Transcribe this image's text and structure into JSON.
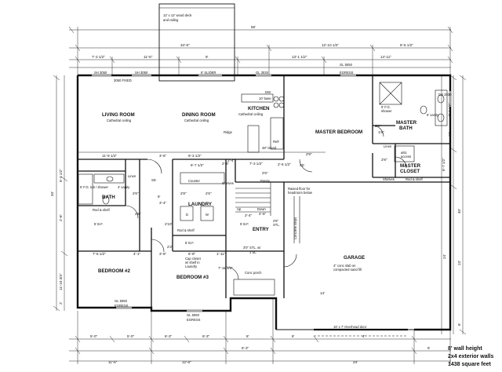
{
  "title_notes": {
    "wall_height": "8' wall height",
    "walls": "2x4 exterior walls",
    "area": "1438 square feet"
  },
  "deck": {
    "label": "12' x 12' wood deck",
    "label2": "and railing"
  },
  "rooms": {
    "living_room": "LIVING ROOM",
    "living_ceiling": "Cathedral ceiling",
    "dining_room": "DINING ROOM",
    "dining_ceiling": "Cathedral ceiling",
    "kitchen": "KITCHEN",
    "kitchen_ceiling": "Cathedral ceiling",
    "master_bedroom": "MASTER BEDROOM",
    "master_bath": "MASTER",
    "master_bath2": "BATH",
    "master_closet": "MASTER",
    "master_closet2": "CLOSET",
    "bath": "BATH",
    "laundry": "LAUNDRY",
    "bedroom2": "BEDROOM #2",
    "bedroom3": "BEDROOM #3",
    "garage": "GARAGE",
    "entry": "ENTRY",
    "pantry": "Pantry"
  },
  "annotations": {
    "sh3050_a": "SH 3050",
    "sh3050_b": "SH 3050",
    "fixed3050": "3050 FIXED",
    "slider": "6' SLIDER",
    "gl3030": "GL 3030",
    "gl5050_master": "GL 5050",
    "egress_master": "EGRESS",
    "base": "10' base",
    "dw": "DW",
    "island": "48\" island",
    "ridge": "Ridge",
    "refr": "Refr",
    "counter": "Counter",
    "shelves_laundry": "Shelves",
    "shelves_mc": "Shelves",
    "rod_shelf_mc": "Rod & shelf",
    "rod_shelf_bath": "Rod & shelf",
    "rod_shelf_laundry": "Rod & shelf",
    "linen": "Linen",
    "linen_bath": "Linen",
    "attic": "attic",
    "access": "access",
    "shower_mb": "5' F.G.",
    "shower_mb2": "shower",
    "vanity_mb": "6' vanity",
    "vanity_bath": "4' vanity",
    "tub": "5' F.G. tub / shower",
    "bf_bath": "5' B.F.",
    "bf_laundry": "5' B.F.",
    "bf_entry": "5' B.F.",
    "coat_closet": "Cap closet",
    "coat_closet2": "w/ shelf in",
    "coat_closet3": "Laundry",
    "raised_floor": "Raised floor for",
    "raised_floor2": "headroom below",
    "concrete_steps": "Concrete steps",
    "slab": "4\" conc slab on",
    "slab2": "compacted sand fill",
    "overhead_door": "16' x 7' Overhead door",
    "stl": "3'0\" STL. w/",
    "stl2": "1 SL",
    "stl_entry": "2'8\"",
    "stl_entry2": "STL.",
    "conc_porch": "Conc porch",
    "down": "Down",
    "up": "Up",
    "gl5050_b2": "GL 5050",
    "egress_b2": "EGRESS",
    "gl5050_b3": "GL 5050",
    "egress_b3": "EGRESS",
    "sd": "SD",
    "dw2": "DW",
    "d": "D",
    "w": "W"
  },
  "dimensions": {
    "overall_top": "56'",
    "deck_w": "34'-6\"",
    "top_b": "12'-10 1/2\"",
    "top_c": "6'-5 1/2\"",
    "top_seg1": "7'-3 1/2\"",
    "top_seg2": "11'-6\"",
    "top_seg3": "9'",
    "top_seg4": "13'-1 1/2\"",
    "top_seg5": "14'-11\"",
    "left_total": "34'",
    "left_a": "5'-3 1/2\"",
    "left_b": "11'-10 3/4\"",
    "left_c": "2'-6\"",
    "left_d": "2'",
    "right_a": "8'-4 1/2\"",
    "right_b": "16'",
    "right_c": "6'-7 1/2\"",
    "right_total": "40'",
    "right_d": "24'",
    "right_e": "6'",
    "dw2030": "DH 2030",
    "mid_a": "11'-9 1/2\"",
    "mid_b": "3'-6\"",
    "mid_c": "9'-3 1/2\"",
    "mid_d": "6'-7 1/2\"",
    "mid_e": "2'-6\"",
    "mid_f": "7'-3 1/2\"",
    "mid_g": "2'-6 1/2\"",
    "b2_w": "7'-6 1/2\"",
    "b2_w2": "4'-1\"",
    "b3_w": "3'-6\"",
    "b3_w2": "5'-8\"",
    "b3_w3": "1'-11\"",
    "bot1": "5'-0\"",
    "bot2": "5'-0\"",
    "bot3": "6'-3\"",
    "bot4": "6'-3\"",
    "bot5": "8'",
    "bot6": "8'",
    "bot7": "4'",
    "bot_b1": "11'-6\"",
    "bot_b2": "12'-6\"",
    "bot_b3": "6'-3\"",
    "bot_b4": "24'",
    "bot_b5": "6'",
    "garage_14": "14'",
    "garage_24": "24'",
    "v_2_6": "2'6\"",
    "v_2_8": "2'8\"",
    "v_2_6b": "2'6\"",
    "v_2_6c": "2'6\"",
    "v_4_5": "4'-5\"",
    "v_7_11": "7'-11 1/2\"",
    "v_1_6": "1'6\"",
    "v_2_8b": "2'8\"",
    "v_2_10": "2'10\"",
    "v_2_4": "2'-4\"",
    "v_2_4b": "2'-4\"",
    "v_2_2": "2'2\"",
    "v_3_4": "3'-4\"",
    "v_2_6d": "2'6\"",
    "v_2_8c": "2'8\"",
    "v_2_8d": "2'8\"",
    "v_6": "6'"
  }
}
